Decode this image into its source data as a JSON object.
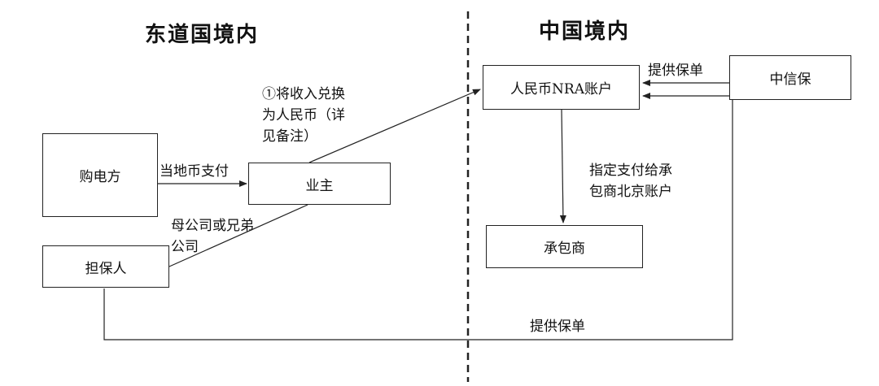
{
  "titles": {
    "left": "东道国境内",
    "right": "中国境内"
  },
  "nodes": {
    "buyer": "购电方",
    "owner": "业主",
    "guarantor": "担保人",
    "nra_account": "人民币NRA账户",
    "contractor": "承包商",
    "sinosure": "中信保"
  },
  "labels": {
    "local_payment": "当地币支付",
    "convert": "①将收入兑换\n为人民币（详\n见备注）",
    "parent_company": "母公司或兄弟\n公司",
    "designated_payment": "指定支付给承\n包商北京账户",
    "policy_top": "提供保单",
    "policy_bottom": "提供保单"
  },
  "colors": {
    "line": "#222222",
    "border": "#222222",
    "background": "#ffffff"
  }
}
